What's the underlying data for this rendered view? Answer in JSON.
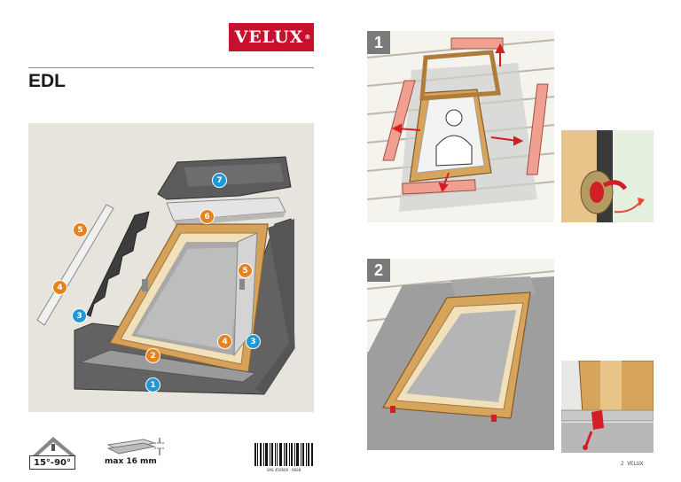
{
  "brand": {
    "name": "VELUX",
    "reg": "®"
  },
  "product": {
    "title": "EDL"
  },
  "parts": [
    {
      "num": "1",
      "color": "blue"
    },
    {
      "num": "2",
      "color": "orange"
    },
    {
      "num": "3",
      "color": "blue"
    },
    {
      "num": "3",
      "color": "blue"
    },
    {
      "num": "4",
      "color": "orange"
    },
    {
      "num": "4",
      "color": "orange"
    },
    {
      "num": "5",
      "color": "orange"
    },
    {
      "num": "5",
      "color": "orange"
    },
    {
      "num": "6",
      "color": "orange"
    },
    {
      "num": "7",
      "color": "blue"
    }
  ],
  "spec": {
    "pitch_range": "15°-90°",
    "max_tile": "max 16 mm"
  },
  "barcode": {
    "code": "VAS 450600 · 0608"
  },
  "steps": [
    {
      "num": "1"
    },
    {
      "num": "2"
    }
  ],
  "footer": {
    "page": "2 VELUX"
  },
  "colors": {
    "brand_red": "#c8102e",
    "badge_orange": "#e8821e",
    "badge_blue": "#1e98d6",
    "panel_bg": "#e6e4dc"
  }
}
